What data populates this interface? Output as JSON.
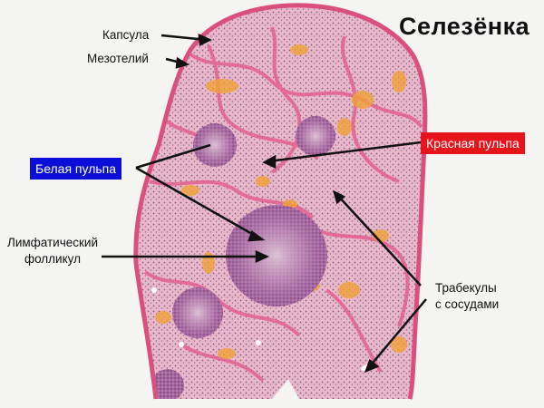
{
  "title": "Селезёнка",
  "colors": {
    "background": "#f4f4f2",
    "tissue": "#e7b3c8",
    "trabecula": "#e3608f",
    "follicle": "#9d5b98",
    "follicle_center": "#c9a3c0",
    "hemosiderin": "#f0a236",
    "white_pulp_box": "#0a0ed8",
    "red_pulp_box": "#e8141c",
    "arrow": "#111111"
  },
  "labels": {
    "capsule": "Капсула",
    "mesothelium": "Мезотелий",
    "white_pulp": "Белая пульпа",
    "red_pulp": "Красная пульпа",
    "lymph_follicle_line1": "Лимфатический",
    "lymph_follicle_line2": "фолликул",
    "trabeculae_line1": "Трабекулы",
    "trabeculae_line2": "с сосудами"
  }
}
